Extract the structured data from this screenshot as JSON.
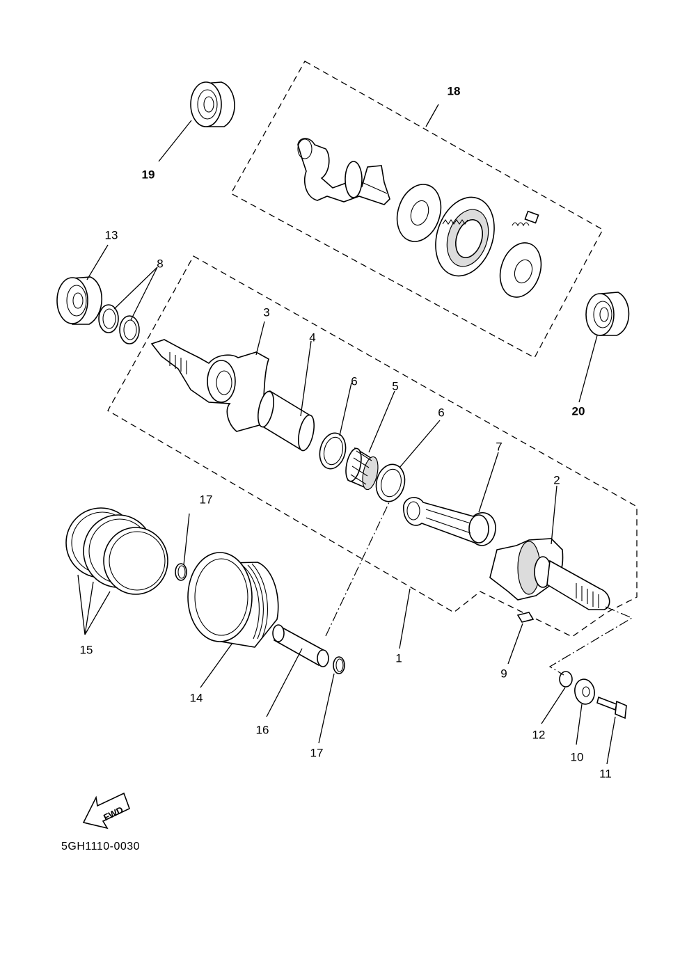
{
  "diagram": {
    "part_code": "5GH1110-0030",
    "fwd_label": "FWD",
    "callouts": [
      {
        "id": "1",
        "text": "1"
      },
      {
        "id": "2",
        "text": "2"
      },
      {
        "id": "3",
        "text": "3"
      },
      {
        "id": "4",
        "text": "4"
      },
      {
        "id": "5",
        "text": "5"
      },
      {
        "id": "6a",
        "text": "6"
      },
      {
        "id": "6b",
        "text": "6"
      },
      {
        "id": "7",
        "text": "7"
      },
      {
        "id": "8",
        "text": "8"
      },
      {
        "id": "9",
        "text": "9"
      },
      {
        "id": "10",
        "text": "10"
      },
      {
        "id": "11",
        "text": "11"
      },
      {
        "id": "12",
        "text": "12"
      },
      {
        "id": "13",
        "text": "13"
      },
      {
        "id": "14",
        "text": "14"
      },
      {
        "id": "15",
        "text": "15"
      },
      {
        "id": "16",
        "text": "16"
      },
      {
        "id": "17a",
        "text": "17"
      },
      {
        "id": "17b",
        "text": "17"
      },
      {
        "id": "18",
        "text": "18"
      },
      {
        "id": "19",
        "text": "19"
      },
      {
        "id": "20",
        "text": "20"
      }
    ]
  }
}
